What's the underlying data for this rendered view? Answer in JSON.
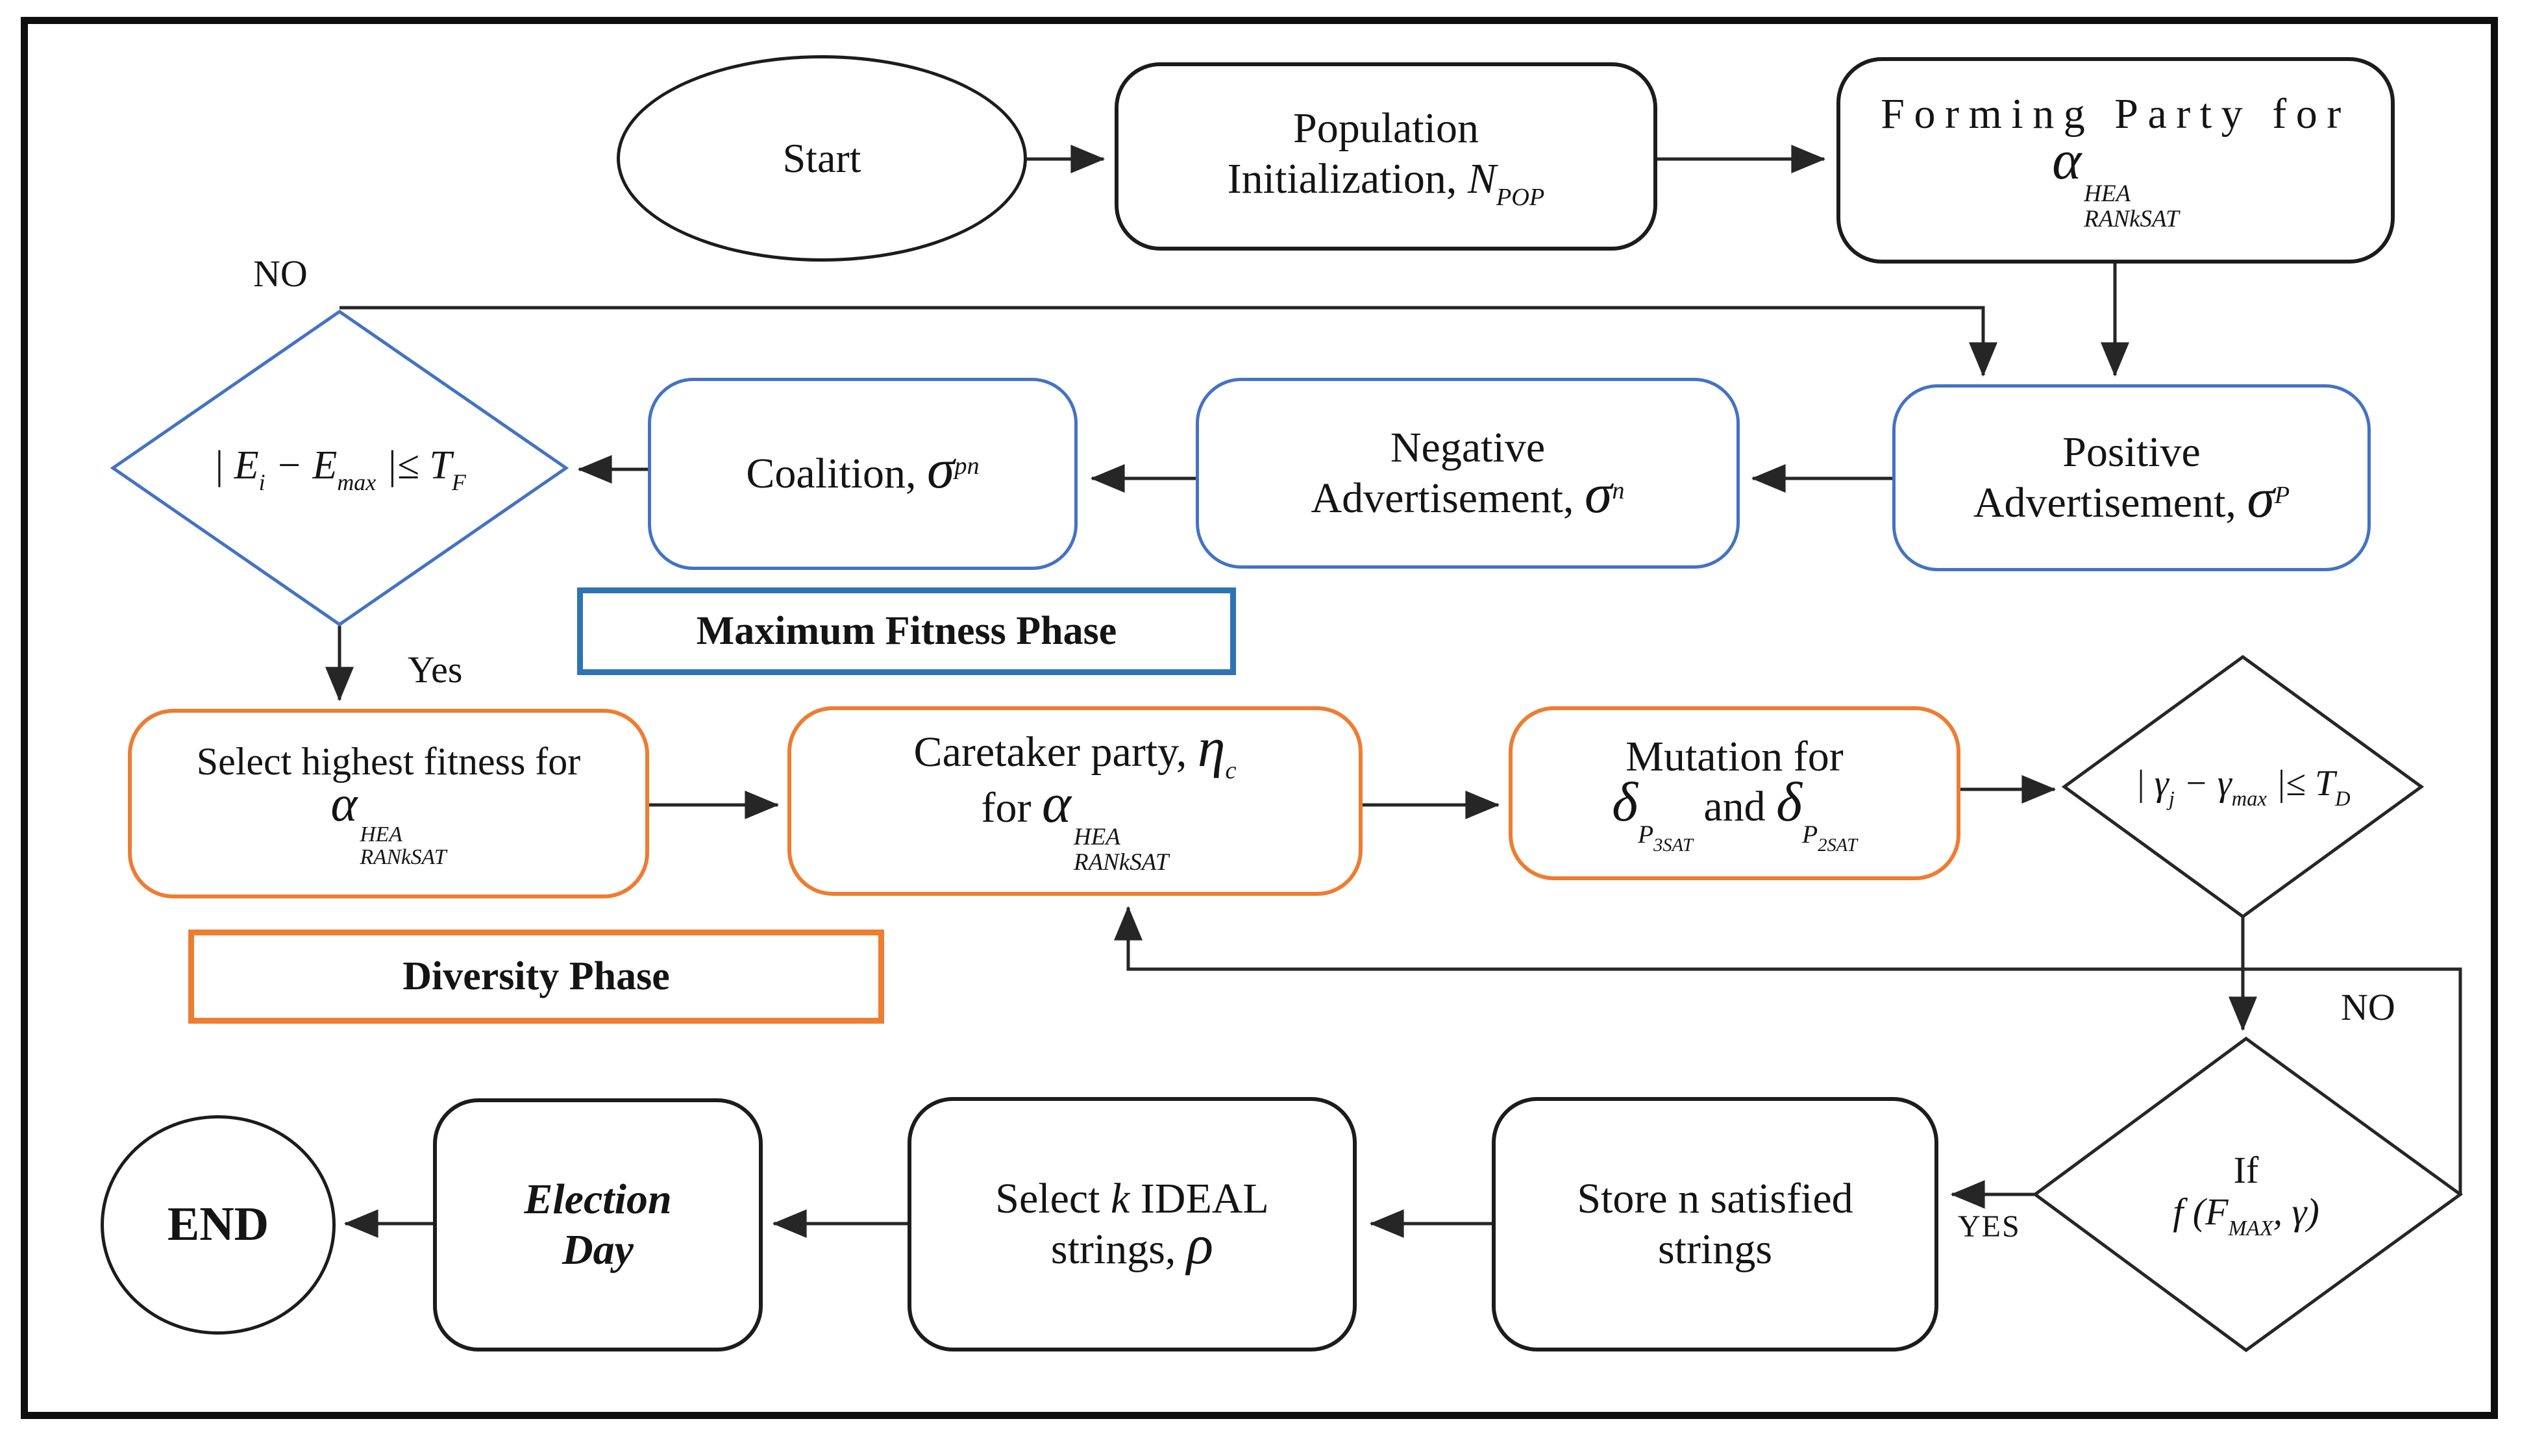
{
  "colors": {
    "accent_blue": "#4472C4",
    "accent_blue_dark": "#2E74B5",
    "accent_orange": "#ED7D31",
    "line": "#262626",
    "frame": "#0e0e0e"
  },
  "edge_labels": {
    "no_top": "NO",
    "yes_mid": "Yes",
    "yes_bottom": "YES",
    "no_bottom": "NO"
  },
  "phase_labels": {
    "maximum_fitness": "Maximum Fitness Phase",
    "diversity": "Diversity Phase"
  },
  "nodes": {
    "start": {
      "label": "Start"
    },
    "population": {
      "line1": "Population",
      "line2_prefix": "Initialization, ",
      "var": "N",
      "var_sub": "POP"
    },
    "forming_party": {
      "line1": "Forming Party for",
      "var": "α",
      "var_sup": "HEA",
      "var_sub": "RANkSAT"
    },
    "fitness_decision": {
      "seg1": "| E",
      "sub1": "i",
      "seg2": " − E",
      "sub2": "max",
      "seg3": " |≤ T",
      "sub3": "F"
    },
    "coalition": {
      "prefix": "Coalition, ",
      "sym": "σ",
      "sym_sup": "pn"
    },
    "negative_ad": {
      "line1": "Negative",
      "line2_prefix": "Advertisement, ",
      "sym": "σ",
      "sym_sup": "n"
    },
    "positive_ad": {
      "line1": "Positive",
      "line2_prefix": "Advertisement, ",
      "sym": "σ",
      "sym_sup": "P"
    },
    "select_fitness": {
      "line1": "Select highest fitness for",
      "var": "α",
      "var_sup": "HEA",
      "var_sub": "RANkSAT"
    },
    "caretaker": {
      "line1_prefix": "Caretaker party, ",
      "sym": "η",
      "sym_sub": "c",
      "line2_prefix": "for ",
      "var": "α",
      "var_sup": "HEA",
      "var_sub": "RANkSAT"
    },
    "mutation": {
      "line1": "Mutation for",
      "d1": "δ",
      "d1_sub": "P",
      "d1_subsub": "3SAT",
      "mid": " and ",
      "d2": "δ",
      "d2_sub": "P",
      "d2_subsub": "2SAT"
    },
    "diversity_decision": {
      "seg1": "| γ",
      "sub1": "j",
      "seg2": " − γ",
      "sub2": "max",
      "seg3": " |≤ T",
      "sub3": "D"
    },
    "final_decision": {
      "line1": "If",
      "seg1": "f (F",
      "sub1": "MAX",
      "seg2": ", γ)"
    },
    "store": {
      "line1": "Store n satisfied",
      "line2": "strings"
    },
    "select_k": {
      "seg1": "Select ",
      "k": "k",
      "seg2": " IDEAL",
      "line2_prefix": "strings, ",
      "rho": "ρ"
    },
    "election_day": {
      "line1": "Election",
      "line2": "Day"
    },
    "end": {
      "label": "END"
    }
  }
}
